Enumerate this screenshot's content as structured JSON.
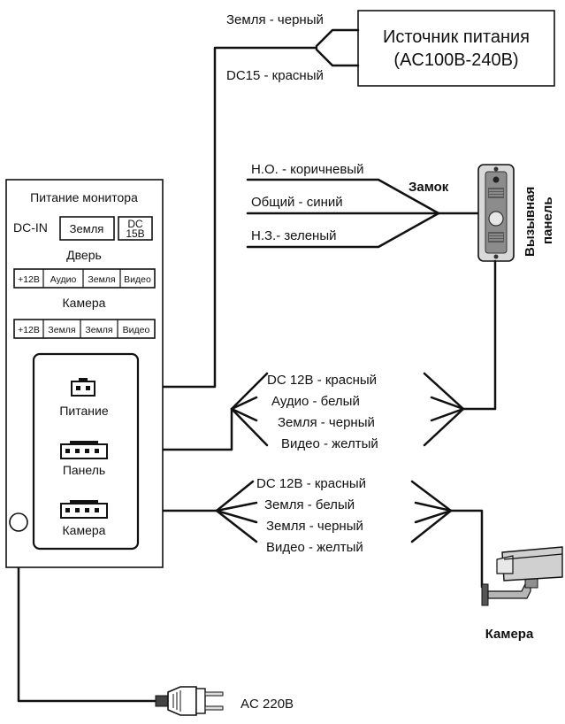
{
  "power_source": {
    "title_line1": "Источник питания",
    "title_line2": "(AC100В-240В)",
    "ground_wire": "Земля - черный",
    "dc_wire": "DC15 - красный"
  },
  "lock": {
    "label": "Замок",
    "no_wire": "Н.О. - коричневый",
    "common_wire": "Общий - синий",
    "nc_wire": "Н.З.- зеленый"
  },
  "call_panel": {
    "label_line1": "Вызывная",
    "label_line2": "панель"
  },
  "panel_cable": {
    "dc12": "DC 12В - красный",
    "audio": "Аудио - белый",
    "ground": "Земля - черный",
    "video": "Видео - желтый"
  },
  "camera_cable": {
    "dc12": "DC 12В - красный",
    "ground_white": "Земля - белый",
    "ground_black": "Земля - черный",
    "video": "Видео - желтый"
  },
  "camera": {
    "label": "Камера"
  },
  "ac": {
    "label": "AC 220В"
  },
  "monitor": {
    "power_title": "Питание монитора",
    "dcin": "DC-IN",
    "ground": "Земля",
    "dc_line1": "DC",
    "dc_line2": "15В",
    "door_title": "Дверь",
    "door_pins": [
      "+12В",
      "Аудио",
      "Земля",
      "Видео"
    ],
    "camera_title": "Камера",
    "camera_pins": [
      "+12В",
      "Земля",
      "Земля",
      "Видео"
    ],
    "connectors": [
      "Питание",
      "Панель",
      "Камера"
    ]
  }
}
